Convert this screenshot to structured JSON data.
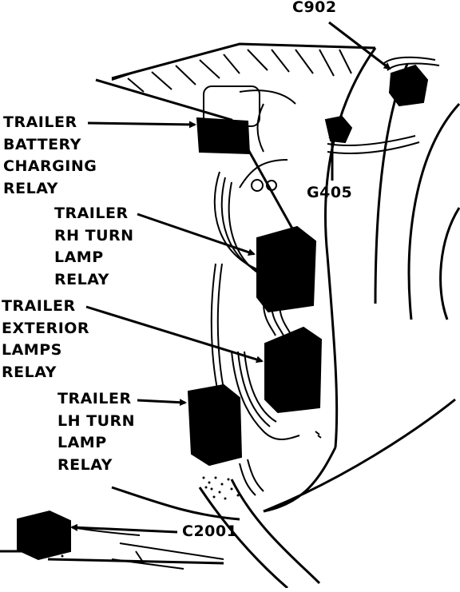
{
  "labels": {
    "c902": "C902",
    "battery_relay": [
      "TRAILER",
      "BATTERY",
      "CHARGING",
      "RELAY"
    ],
    "g405": "G405",
    "rh_turn_relay": [
      "TRAILER",
      "RH TURN",
      "LAMP",
      "RELAY"
    ],
    "exterior_relay": [
      "TRAILER",
      "EXTERIOR",
      "LAMPS",
      "RELAY"
    ],
    "lh_turn_relay": [
      "TRAILER",
      "LH TURN",
      "LAMP",
      "RELAY"
    ],
    "c2001": "C2001"
  },
  "colors": {
    "ink": "#000000",
    "paper": "#ffffff"
  }
}
